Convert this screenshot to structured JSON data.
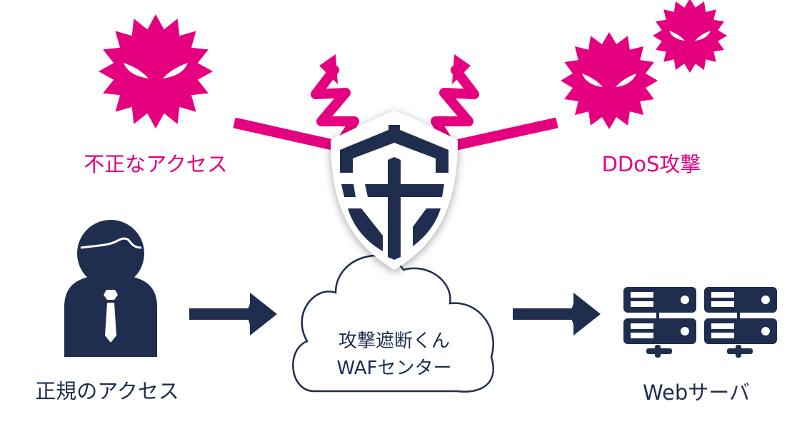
{
  "labels": {
    "unauthorized_access": "不正なアクセス",
    "ddos_attack": "DDoS攻撃",
    "legitimate_access": "正規のアクセス",
    "web_server": "Webサーバ"
  },
  "waf_center": {
    "line1": "攻撃遮断くん",
    "line2": "WAFセンター"
  },
  "colors": {
    "attack": "#e4007f",
    "primary": "#1f2d4f"
  },
  "icons": [
    "virus-icon",
    "shield-icon",
    "cloud-icon",
    "person-icon",
    "server-icon",
    "arrow-right-icon",
    "lightning-icon"
  ]
}
